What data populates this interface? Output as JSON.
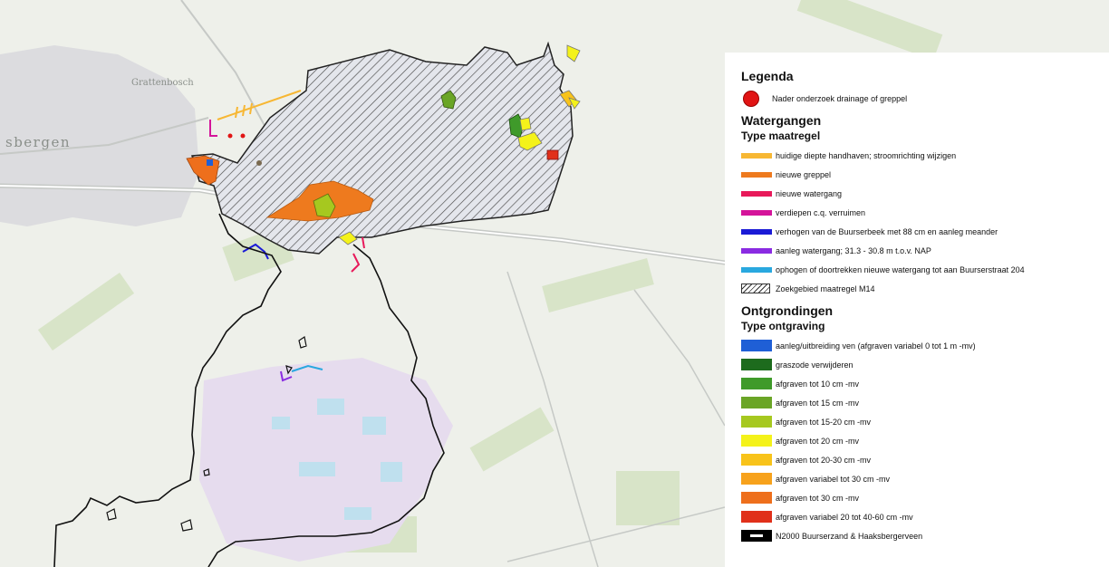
{
  "map": {
    "places": [
      {
        "id": "grattenbosch",
        "label": "Grattenbosch"
      },
      {
        "id": "sbergen",
        "label": "sbergen"
      }
    ]
  },
  "legend": {
    "title": "Legenda",
    "point_item": {
      "label": "Nader onderzoek drainage of greppel",
      "color": "#e11414"
    },
    "watergangen": {
      "heading": "Watergangen",
      "subheading": "Type maatregel",
      "items": [
        {
          "label": "huidige diepte handhaven; stroomrichting wijzigen",
          "color": "#f7b733"
        },
        {
          "label": "nieuwe greppel",
          "color": "#ee7a1e"
        },
        {
          "label": "nieuwe watergang",
          "color": "#e8195a"
        },
        {
          "label": "verdiepen c.q. verruimen",
          "color": "#d4149a"
        },
        {
          "label": "verhogen van de Buurserbeek met 88 cm en aanleg meander",
          "color": "#1a1ad6"
        },
        {
          "label": "aanleg watergang; 31.3 - 30.8 m t.o.v. NAP",
          "color": "#8a2be2"
        },
        {
          "label": "ophogen of doortrekken nieuwe watergang tot aan Buurserstraat 204",
          "color": "#29a8df"
        }
      ],
      "search_area": {
        "label": "Zoekgebied maatregel M14"
      }
    },
    "ontgrondingen": {
      "heading": "Ontgrondingen",
      "subheading": "Type ontgraving",
      "items": [
        {
          "label": "aanleg/uitbreiding ven (afgraven variabel 0 tot 1 m -mv)",
          "color": "#1f5fd6"
        },
        {
          "label": "graszode verwijderen",
          "color": "#1d6b1d"
        },
        {
          "label": "afgraven tot 10 cm -mv",
          "color": "#3f9a2a"
        },
        {
          "label": "afgraven tot 15 cm -mv",
          "color": "#6aa526"
        },
        {
          "label": "afgraven tot 15-20 cm -mv",
          "color": "#a6c81f"
        },
        {
          "label": "afgraven tot 20 cm -mv",
          "color": "#f4f21a"
        },
        {
          "label": "afgraven tot 20-30 cm -mv",
          "color": "#f8c31a"
        },
        {
          "label": "afgraven variabel tot 30 cm -mv",
          "color": "#f7a21c"
        },
        {
          "label": "afgraven tot 30 cm -mv",
          "color": "#ee6f1c"
        },
        {
          "label": "afgraven variabel 20 tot 40-60 cm -mv",
          "color": "#e0301a"
        }
      ],
      "boundary": {
        "label": "N2000 Buurserzand & Haaksbergerveen"
      }
    }
  }
}
